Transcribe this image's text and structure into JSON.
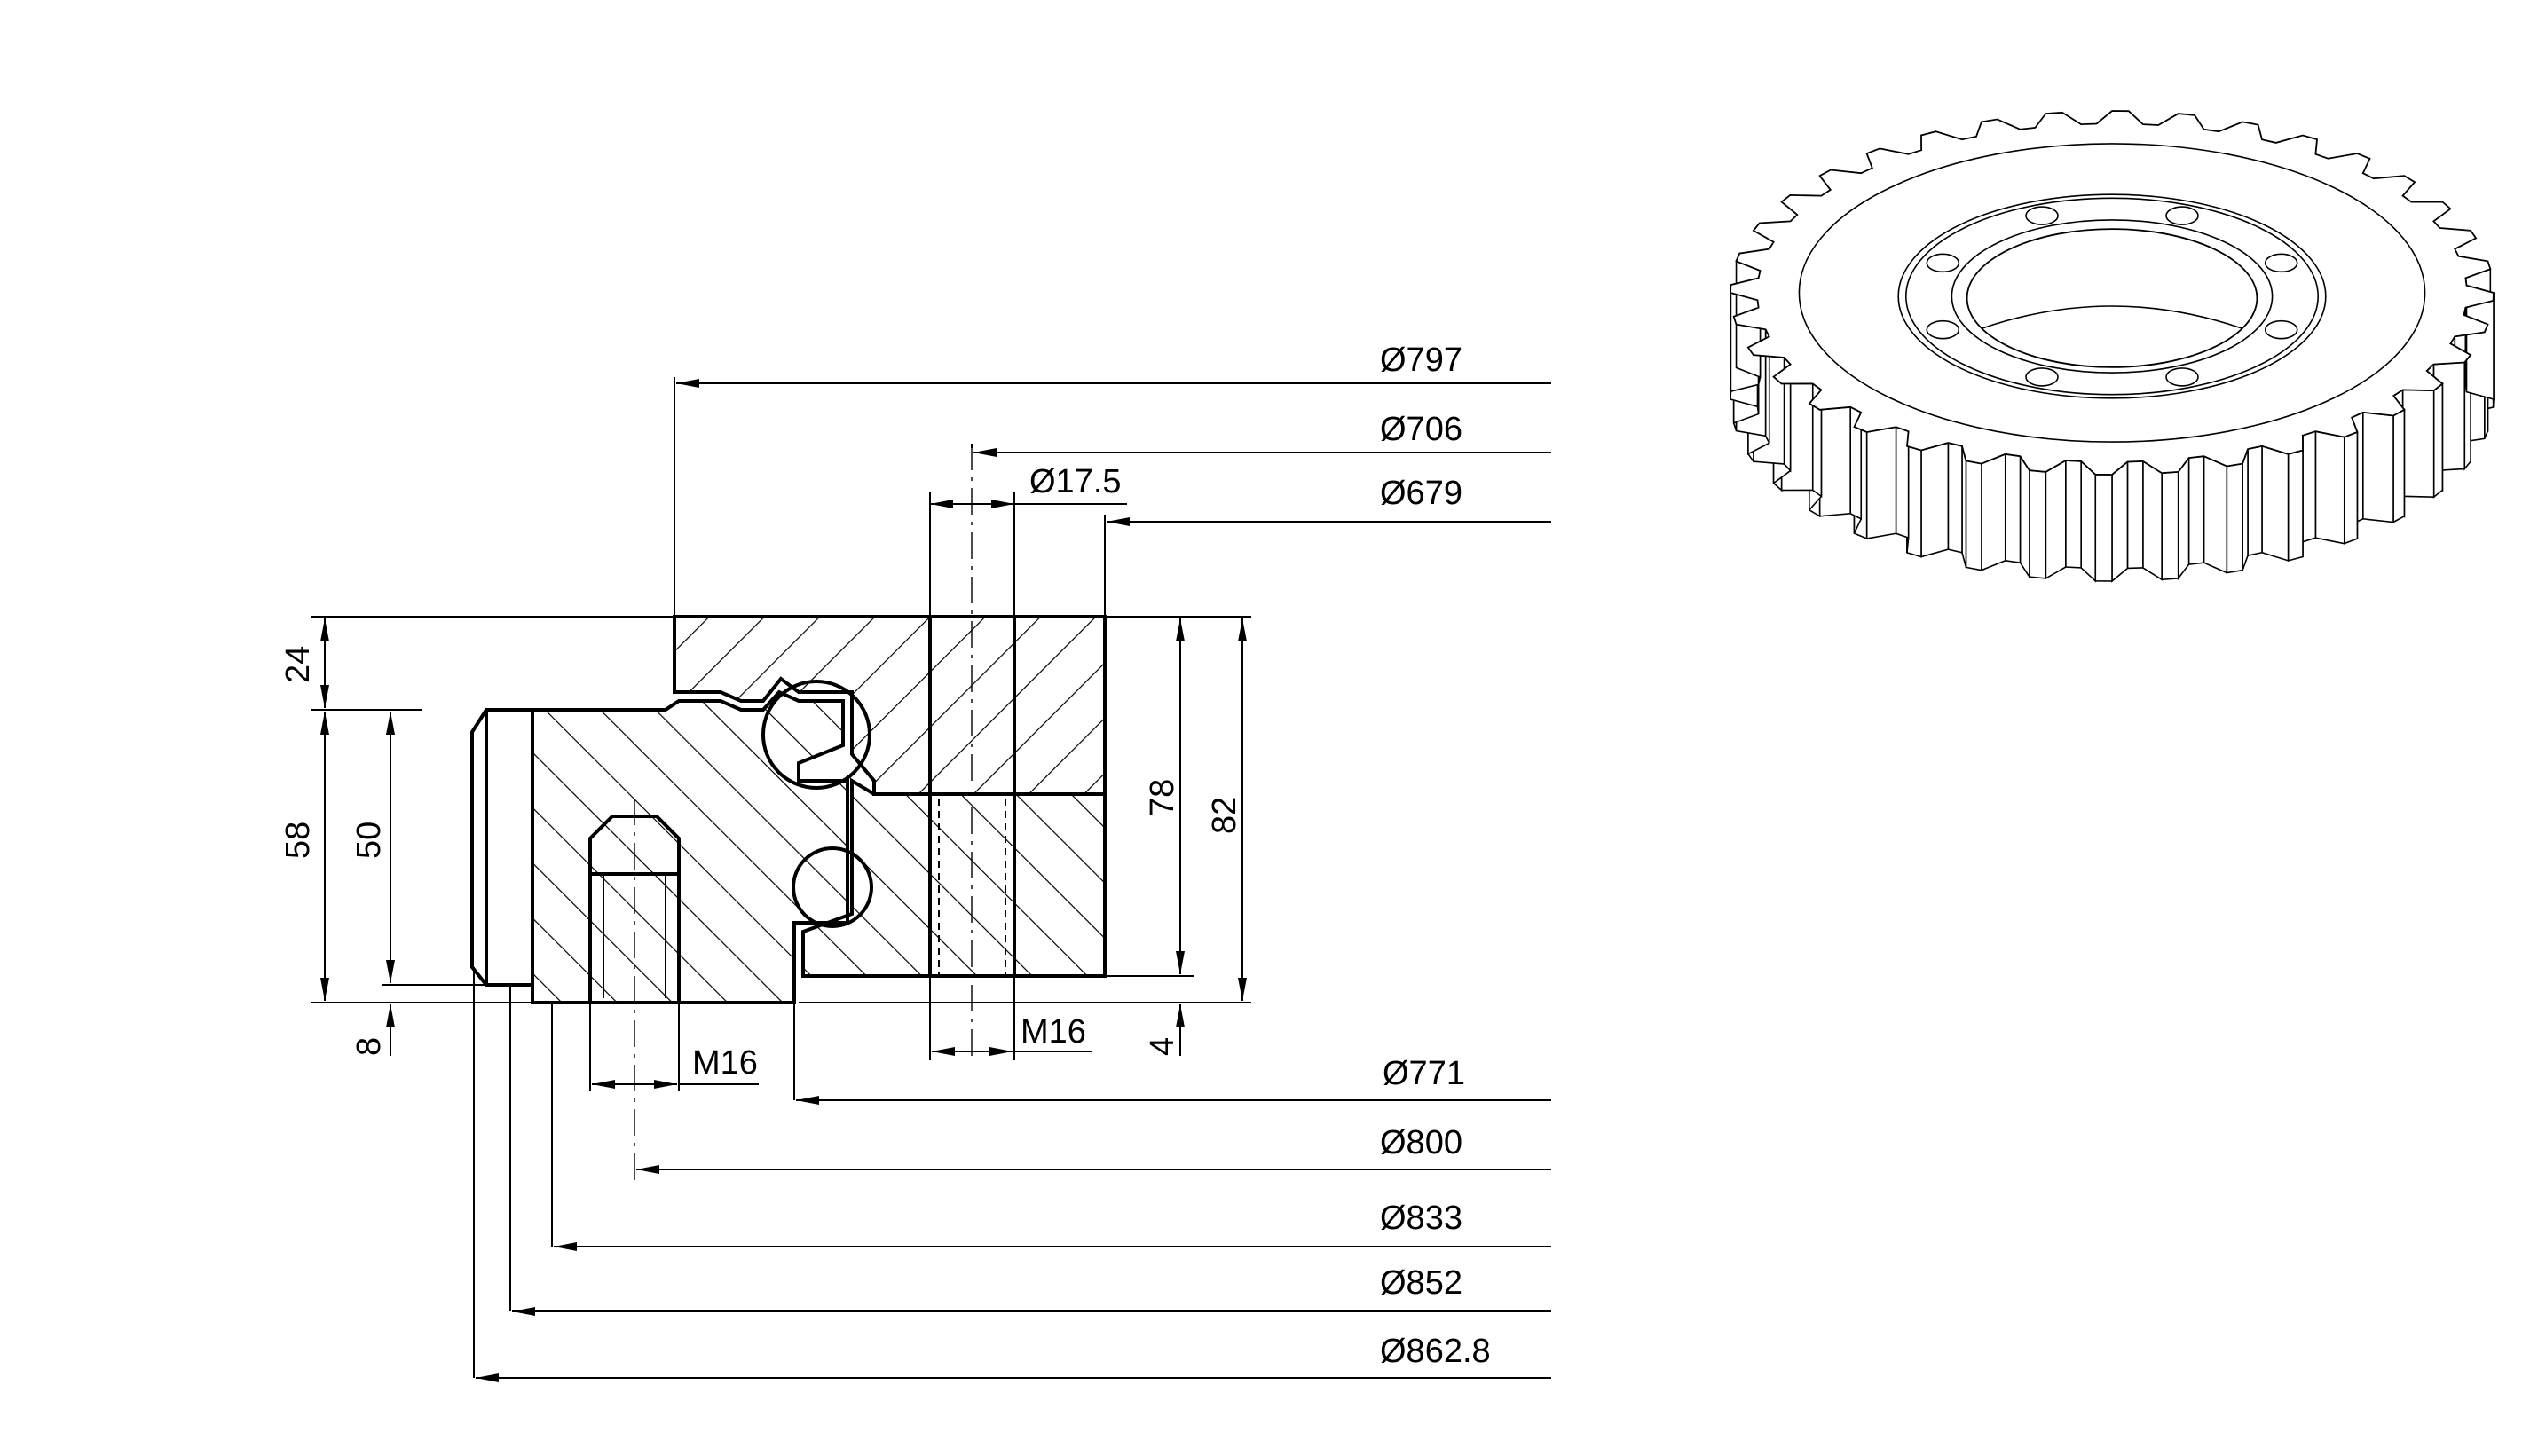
{
  "section_view": {
    "diameters_top": [
      "Ø797",
      "Ø706",
      "Ø17.5",
      "Ø679"
    ],
    "diameters_bottom": [
      "Ø771",
      "Ø800",
      "Ø833",
      "Ø852",
      "Ø862.8"
    ],
    "heights": [
      "24",
      "58",
      "50",
      "8",
      "78",
      "82",
      "4"
    ],
    "threads": [
      "M16",
      "M16"
    ]
  },
  "iso_view": {
    "teeth": 36,
    "bolt_holes": 8
  }
}
